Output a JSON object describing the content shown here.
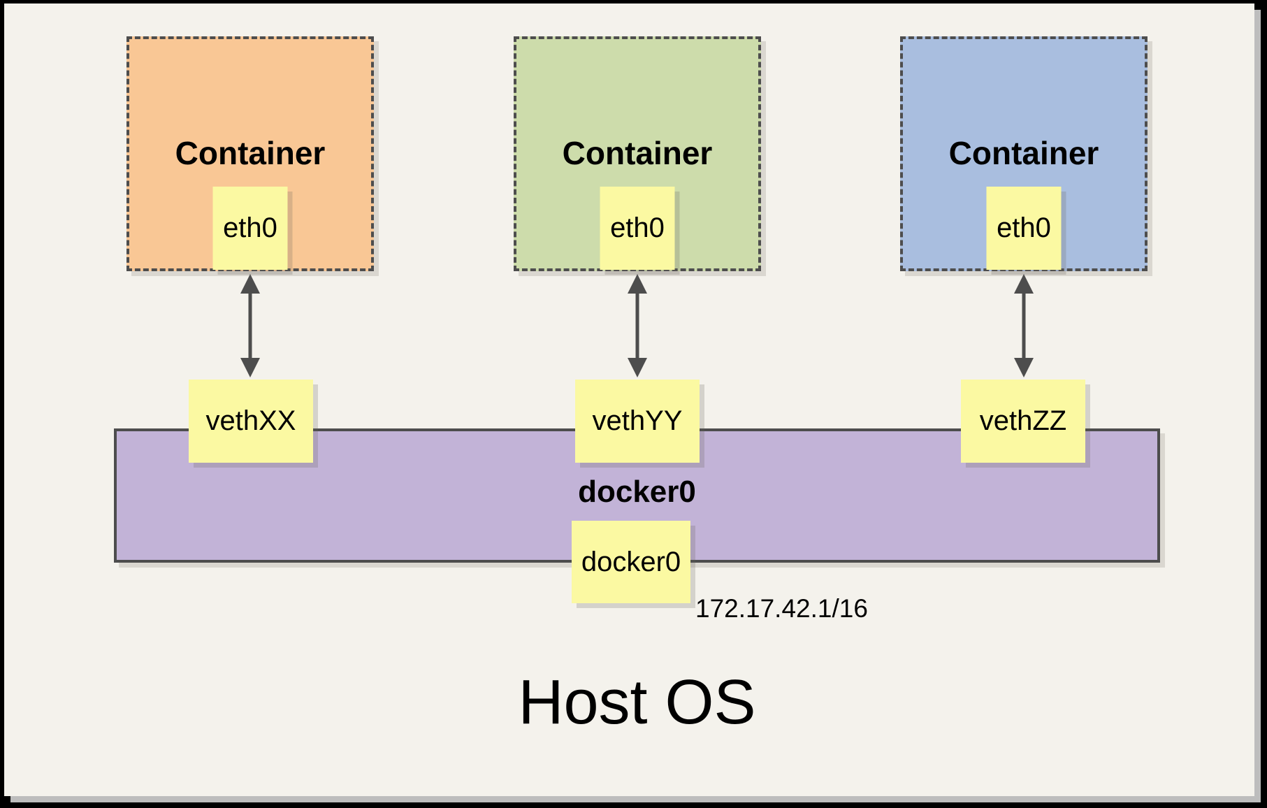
{
  "host": {
    "label": "Host OS"
  },
  "bridge": {
    "name_label": "docker0",
    "interface_label": "docker0",
    "ip": "172.17.42.1/16",
    "fill": "#C2B3D7"
  },
  "containers": [
    {
      "label": "Container",
      "interface": "eth0",
      "veth": "vethXX",
      "fill": "#F9C795"
    },
    {
      "label": "Container",
      "interface": "eth0",
      "veth": "vethYY",
      "fill": "#CDDCAB"
    },
    {
      "label": "Container",
      "interface": "eth0",
      "veth": "vethZZ",
      "fill": "#A9BEDF"
    }
  ],
  "colors": {
    "background": "#F4F2EC",
    "frame": "#000000",
    "stroke": "#4D4D4D",
    "note_fill": "#FBF9A2",
    "shadow": "#BDBDBD"
  }
}
